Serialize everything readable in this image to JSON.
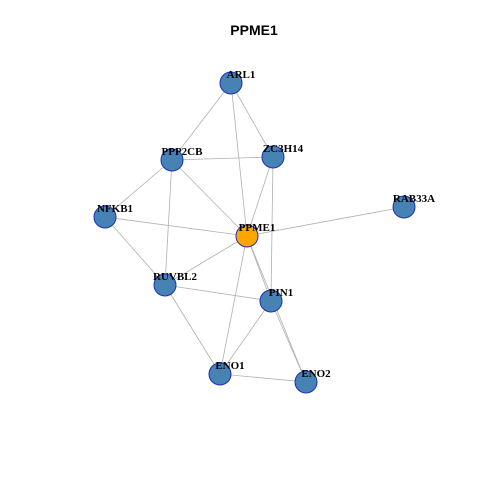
{
  "title": "PPME1",
  "colors": {
    "node_fill": "#4682B4",
    "node_stroke": "#1E2FB8",
    "center_fill": "#FFA500",
    "center_stroke": "#1E2FB8",
    "edge": "#B0B0B0"
  },
  "nodes": [
    {
      "id": "ARL1",
      "label": "ARL1",
      "center": false
    },
    {
      "id": "PPP2CB",
      "label": "PPP2CB",
      "center": false
    },
    {
      "id": "ZC3H14",
      "label": "ZC3H14",
      "center": false
    },
    {
      "id": "RAB33A",
      "label": "RAB33A",
      "center": false
    },
    {
      "id": "NFKB1",
      "label": "NFKB1",
      "center": false
    },
    {
      "id": "PPME1",
      "label": "PPME1",
      "center": true
    },
    {
      "id": "RUVBL2",
      "label": "RUVBL2",
      "center": false
    },
    {
      "id": "PIN1",
      "label": "PIN1",
      "center": false
    },
    {
      "id": "ENO1",
      "label": "ENO1",
      "center": false
    },
    {
      "id": "ENO2",
      "label": "ENO2",
      "center": false
    }
  ],
  "edges": [
    [
      "ARL1",
      "PPP2CB"
    ],
    [
      "ARL1",
      "ZC3H14"
    ],
    [
      "ARL1",
      "PPME1"
    ],
    [
      "PPP2CB",
      "ZC3H14"
    ],
    [
      "PPP2CB",
      "NFKB1"
    ],
    [
      "PPP2CB",
      "PPME1"
    ],
    [
      "PPP2CB",
      "RUVBL2"
    ],
    [
      "ZC3H14",
      "PPME1"
    ],
    [
      "ZC3H14",
      "PIN1"
    ],
    [
      "RAB33A",
      "PPME1"
    ],
    [
      "NFKB1",
      "PPME1"
    ],
    [
      "NFKB1",
      "RUVBL2"
    ],
    [
      "PPME1",
      "RUVBL2"
    ],
    [
      "PPME1",
      "PIN1"
    ],
    [
      "PPME1",
      "ENO1"
    ],
    [
      "PPME1",
      "ENO2"
    ],
    [
      "RUVBL2",
      "PIN1"
    ],
    [
      "RUVBL2",
      "ENO1"
    ],
    [
      "PIN1",
      "ENO1"
    ],
    [
      "PIN1",
      "ENO2"
    ],
    [
      "ENO1",
      "ENO2"
    ]
  ]
}
